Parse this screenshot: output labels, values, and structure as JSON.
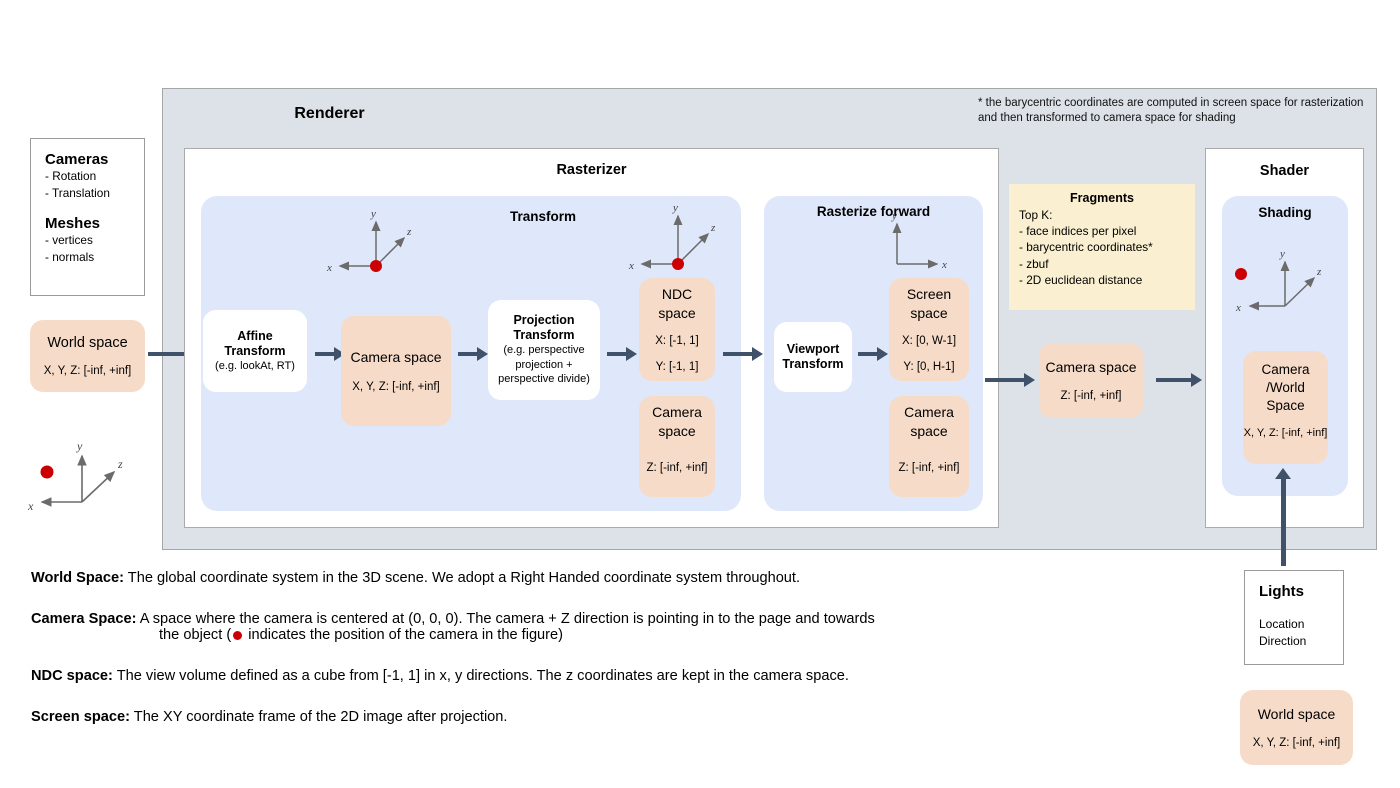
{
  "renderer": {
    "title": "Renderer",
    "footnote": "* the barycentric coordinates are computed in screen space for rasterization and then transformed to camera space for shading"
  },
  "inputs": {
    "cameras_heading": "Cameras",
    "cameras_items": [
      "- Rotation",
      "- Translation"
    ],
    "meshes_heading": "Meshes",
    "meshes_items": [
      "- vertices",
      "- normals"
    ],
    "world_space": {
      "name": "World space",
      "range": "X, Y, Z: [-inf, +inf]"
    }
  },
  "rasterizer": {
    "title": "Rasterizer",
    "transform": {
      "title": "Transform",
      "affine": {
        "title_line1": "Affine",
        "title_line2": "Transform",
        "note": "(e.g. lookAt, RT)"
      },
      "camera_space": {
        "name": "Camera space",
        "range": "X, Y, Z: [-inf, +inf]"
      },
      "projection": {
        "title_line1": "Projection",
        "title_line2": "Transform",
        "note_line1": "(e.g. perspective",
        "note_line2": "projection +",
        "note_line3": "perspective divide)"
      },
      "ndc_space": {
        "name_line1": "NDC",
        "name_line2": "space",
        "range_x": "X: [-1, 1]",
        "range_y": "Y: [-1, 1]"
      },
      "camera_space_z": {
        "name_line1": "Camera",
        "name_line2": "space",
        "range": "Z: [-inf, +inf]"
      }
    },
    "rasterize_forward": {
      "title": "Rasterize forward",
      "viewport": {
        "title_line1": "Viewport",
        "title_line2": "Transform"
      },
      "screen_space": {
        "name_line1": "Screen",
        "name_line2": "space",
        "range_x": "X: [0, W-1]",
        "range_y": "Y: [0,  H-1]"
      },
      "camera_space_z": {
        "name_line1": "Camera",
        "name_line2": "space",
        "range": "Z: [-inf, +inf]"
      }
    }
  },
  "fragments": {
    "title": "Fragments",
    "items": [
      "Top K:",
      "- face indices per pixel",
      "- barycentric coordinates*",
      "- zbuf",
      "- 2D euclidean distance"
    ]
  },
  "middle_camera_space": {
    "name": "Camera space",
    "range": "Z: [-inf, +inf]"
  },
  "shader": {
    "title": "Shader",
    "shading_title": "Shading",
    "camera_world_space": {
      "name_line1": "Camera",
      "name_line2": "/World",
      "name_line3": "Space",
      "range": "X, Y, Z: [-inf, +inf]"
    }
  },
  "lights": {
    "heading": "Lights",
    "items": [
      "Location",
      "Direction"
    ],
    "world_space": {
      "name": "World space",
      "range": "X, Y, Z: [-inf, +inf]"
    }
  },
  "axes": {
    "x": "x",
    "y": "y",
    "z": "z"
  },
  "legend": {
    "world_space_label": "World Space:",
    "world_space_text": " The global coordinate system in the 3D scene. We adopt a Right Handed coordinate system throughout.",
    "camera_space_label": "Camera Space:",
    "camera_space_text": " A space where the camera is centered at (0, 0, 0). The camera + Z direction is pointing in to the page and towards",
    "camera_space_text2_pre": "the object (",
    "camera_space_text2_post": " indicates the position of the camera in the figure)",
    "ndc_label": "NDC space:",
    "ndc_text": " The view volume defined as a cube from [-1, 1] in x, y directions. The z coordinates are kept in the camera space.",
    "screen_label": "Screen space:",
    "screen_text": " The XY coordinate frame of the 2D image after projection."
  },
  "colors": {
    "peach": "#f6dcc8",
    "blue": "#dfe7fa",
    "gray": "#dde1e8",
    "yellow": "#faefd0",
    "arrow": "#3f5269",
    "camera_dot": "#cc0000"
  }
}
